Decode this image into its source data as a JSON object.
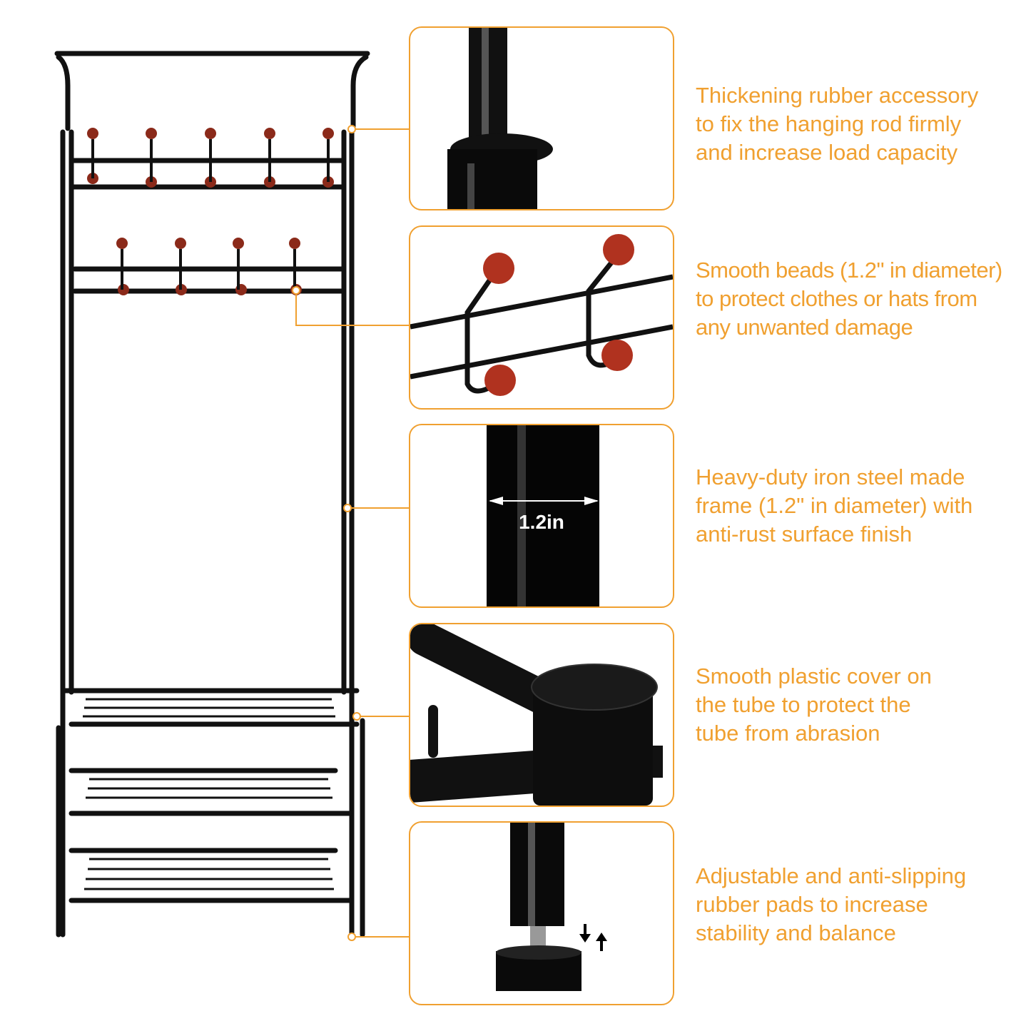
{
  "accent_color": "#f0a030",
  "features": [
    {
      "id": "rubber-accessory",
      "lines": [
        "Thickening rubber accessory",
        "to fix the hanging rod firmly",
        "and increase load capacity"
      ]
    },
    {
      "id": "smooth-beads",
      "lines": [
        "Smooth beads (1.2\" in diameter)",
        "to protect clothes or hats from",
        "any unwanted damage"
      ]
    },
    {
      "id": "steel-frame",
      "lines": [
        "Heavy-duty iron steel made",
        "frame (1.2\" in diameter) with",
        "anti-rust surface finish"
      ],
      "dimension_label": "1.2in"
    },
    {
      "id": "plastic-cover",
      "lines": [
        "Smooth plastic cover on",
        "the tube to protect the",
        "tube from abrasion"
      ]
    },
    {
      "id": "rubber-pads",
      "lines": [
        "Adjustable and anti-slipping",
        "rubber pads to increase",
        "stability and balance"
      ]
    }
  ]
}
